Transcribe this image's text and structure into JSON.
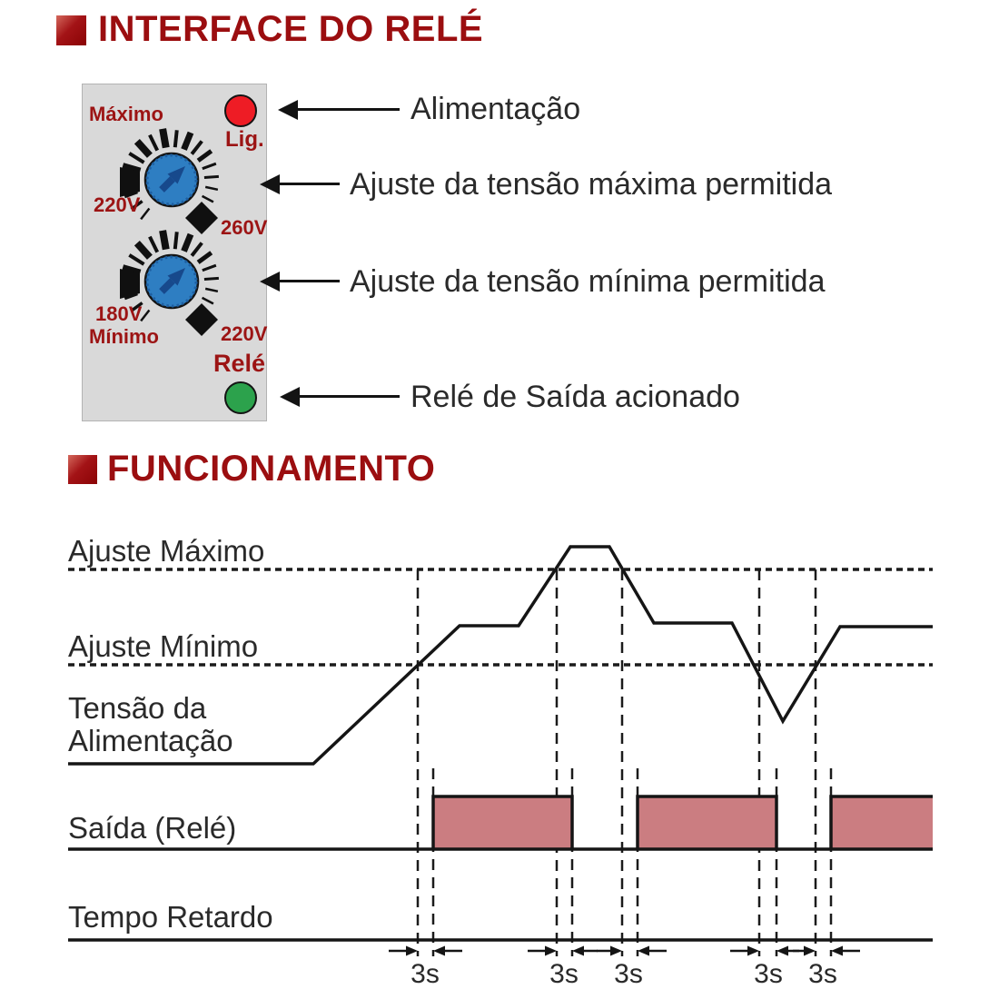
{
  "sections": [
    {
      "title": "INTERFACE DO RELÉ"
    },
    {
      "title": "FUNCIONAMENTO"
    }
  ],
  "panel": {
    "power_led_label": "Lig.",
    "relay_led_label": "Relé",
    "knob_max": {
      "name": "Máximo",
      "left_value": "220V",
      "right_value": "260V"
    },
    "knob_min": {
      "name": "Mínimo",
      "left_value": "180V",
      "right_value": "220V"
    }
  },
  "annotations": {
    "power": "Alimentação",
    "max_adjust": "Ajuste da tensão máxima permitida",
    "min_adjust": "Ajuste da tensão mínima permitida",
    "relay_out": "Relé de Saída acionado"
  },
  "diagram": {
    "max_threshold_label": "Ajuste Máximo",
    "min_threshold_label": "Ajuste Mínimo",
    "signal_label_line1": "Tensão da",
    "signal_label_line2": "Alimentação",
    "output_label": "Saída (Relé)",
    "delay_label": "Tempo Retardo",
    "relay_pulse_count": 3,
    "delays": [
      "3s",
      "3s",
      "3s",
      "3s",
      "3s"
    ]
  },
  "colors": {
    "title_red": "#9b0e10",
    "panel_label_red": "#9c1414",
    "led_on_red": "#ee1c25",
    "led_relay_green": "#2ca24c",
    "knob_blue": "#2e7ec2",
    "knob_pointer_blue": "#17498c",
    "panel_gray": "#d9d9d9",
    "relay_bar_fill": "#cb7d81",
    "line_black": "#1b1b1b"
  }
}
